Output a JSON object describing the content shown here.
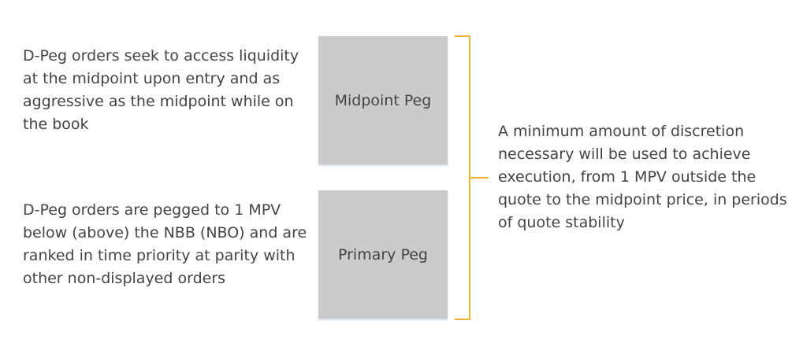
{
  "left_descriptions": {
    "midpoint": "D-Peg orders seek to access liquidity at the midpoint upon entry and as aggressive as the midpoint while on the book",
    "primary": "D-Peg orders are pegged to 1 MPV below (above) the NBB (NBO) and are ranked in time priority at parity with other non-displayed orders"
  },
  "boxes": {
    "midpoint_label": "Midpoint Peg",
    "primary_label": "Primary Peg"
  },
  "right_description": "A minimum amount of discretion necessary will be used to achieve execution, from 1 MPV outside the quote to the midpoint price, in periods of quote stability",
  "colors": {
    "box_fill": "#cbcbcb",
    "bracket": "#f2b233",
    "text": "#444444"
  }
}
